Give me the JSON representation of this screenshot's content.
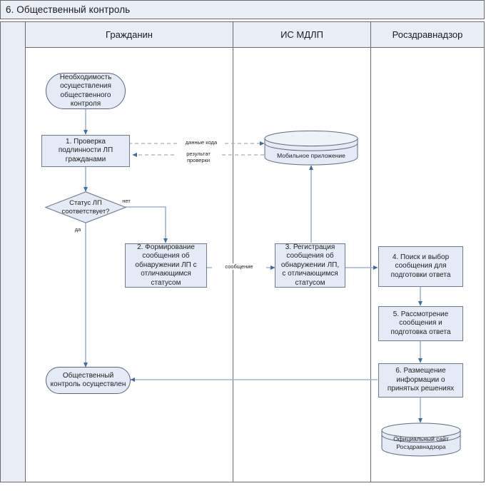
{
  "title": "6. Общественный контроль",
  "colors": {
    "header_fill": "#e9eef7",
    "node_fill": "#e4ebf6",
    "node_stroke": "#6f7b8c",
    "pool_stroke": "#6b6b6b",
    "connector": "#8fa7c6",
    "dashed_connector": "#9aa5b1"
  },
  "lanes": [
    {
      "label": "Гражданин"
    },
    {
      "label": "ИС МДЛП"
    },
    {
      "label": "Росздравнадзор"
    }
  ],
  "nodes": [
    {
      "id": "start",
      "type": "terminal",
      "lane": 0,
      "label": "Необходимость осуществления общественного контроля"
    },
    {
      "id": "p1",
      "type": "process",
      "lane": 0,
      "label": "1. Проверка подлинности ЛП гражданами"
    },
    {
      "id": "d1",
      "type": "decision",
      "lane": 0,
      "label": "Статус ЛП соответствует?"
    },
    {
      "id": "p2",
      "type": "process",
      "lane": 0,
      "label": "2. Формирование сообщения об обнаружении ЛП с отличающимся статусом"
    },
    {
      "id": "end",
      "type": "terminal",
      "lane": 0,
      "label": "Общественный контроль осуществлен"
    },
    {
      "id": "store1",
      "type": "store",
      "lane": 1,
      "label": "Мобильное приложение"
    },
    {
      "id": "p3",
      "type": "process",
      "lane": 1,
      "label": "3. Регистрация сообщения об обнаружении ЛП, с отличающимся статусом"
    },
    {
      "id": "p4",
      "type": "process",
      "lane": 2,
      "label": "4. Поиск и выбор сообщения для подготовки ответа"
    },
    {
      "id": "p5",
      "type": "process",
      "lane": 2,
      "label": "5. Рассмотрение сообщения и подготовка ответа"
    },
    {
      "id": "p6",
      "type": "process",
      "lane": 2,
      "label": "6. Размещение информации о принятых решениях"
    },
    {
      "id": "store2",
      "type": "store",
      "lane": 2,
      "label": "Официальный сайт Росздравнадзора"
    }
  ],
  "edge_labels": {
    "code_data": "данные кода",
    "check_result_line1": "результат",
    "check_result_line2": "проверки",
    "message": "сообщение",
    "yes": "да",
    "no": "нет"
  }
}
